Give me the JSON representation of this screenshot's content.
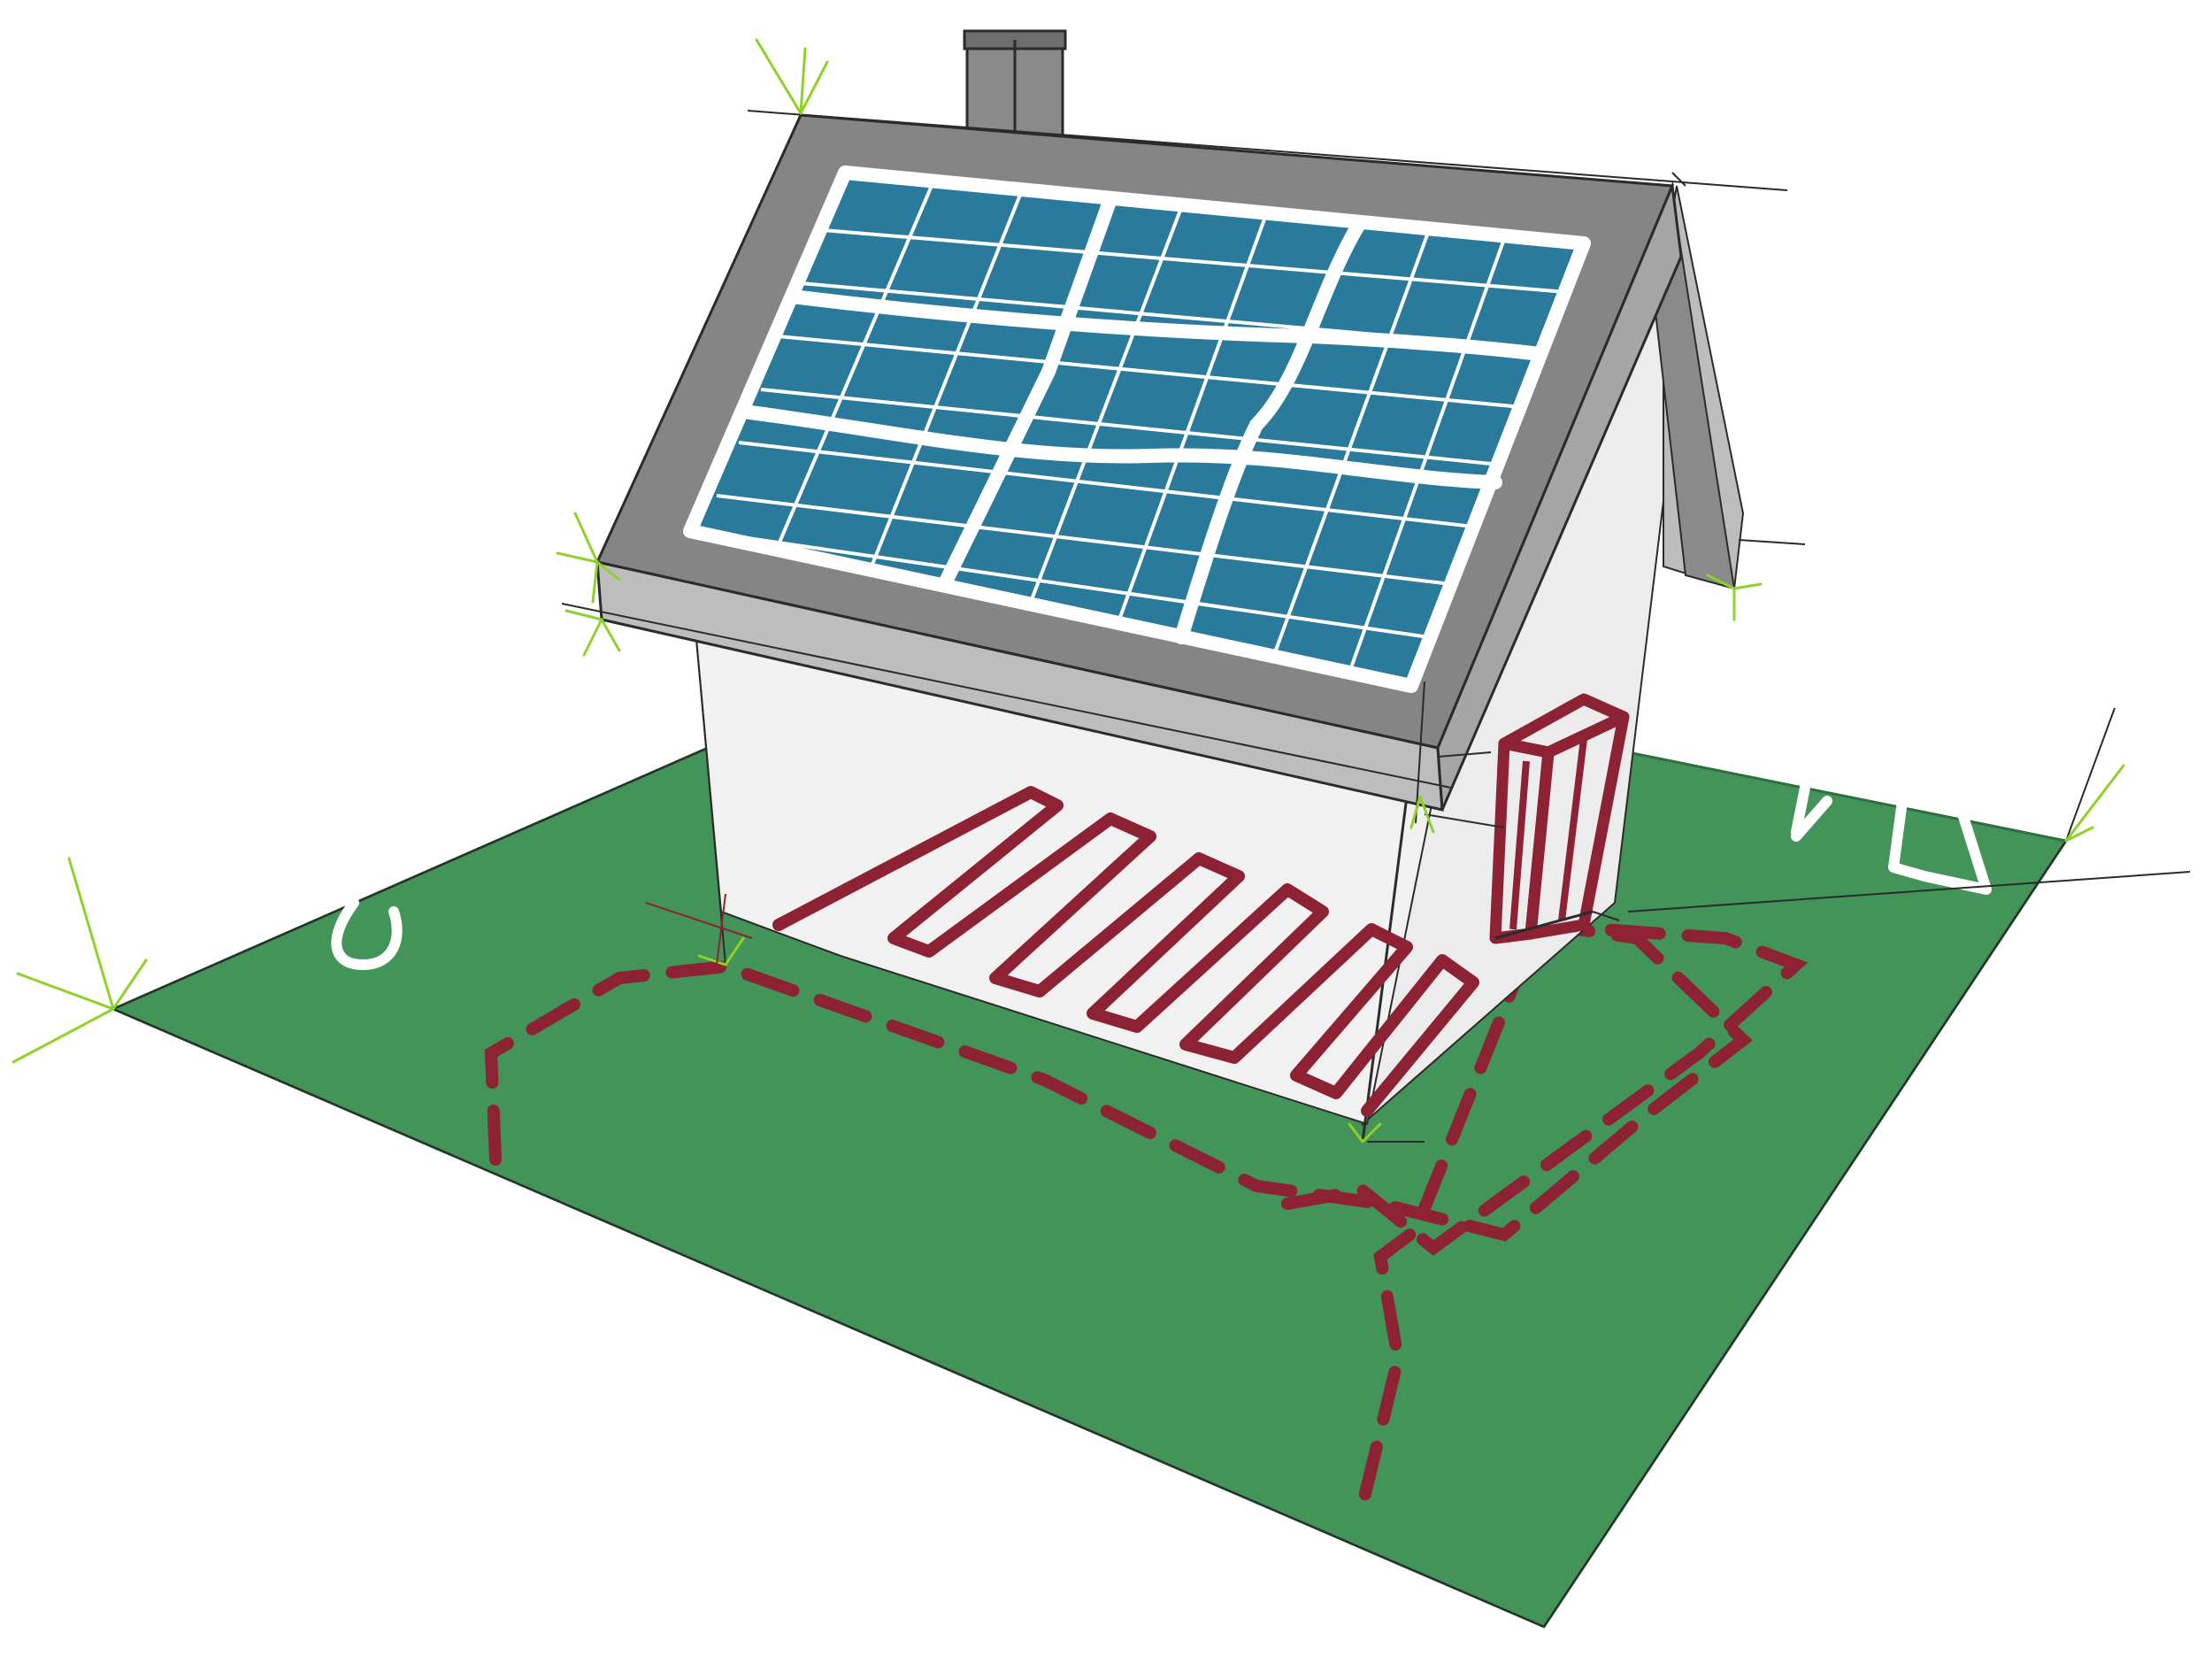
{
  "illustration": {
    "kind": "hand-drawn house sketch",
    "elements": [
      "solar-panel-array",
      "underfloor-heating-coil",
      "radiator",
      "ground-loop-pipe"
    ],
    "colors": {
      "ground": "#439458",
      "ground_edge": "#2f6e40",
      "wall": "#f1f1f1",
      "wall_shade": "#ececec",
      "roof": "#858585",
      "roof_edge": "#bdbdbd",
      "chimney": "#8a8a8a",
      "panel": "#2a7a9c",
      "panel_grid": "#ffffff",
      "pipe": "#8c2233",
      "construction_line": "#2b2b2b",
      "guide_mark": "#8fd12a"
    }
  }
}
